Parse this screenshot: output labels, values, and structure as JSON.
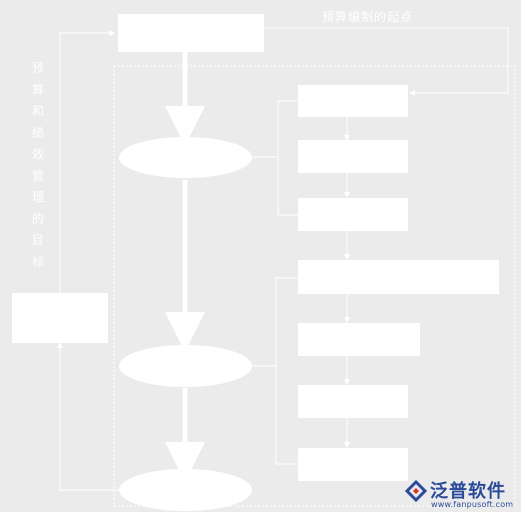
{
  "top_label": "预算编制的起点",
  "side_label": [
    "预",
    "算",
    "和",
    "绩",
    "效",
    "管",
    "理",
    "的",
    "目",
    "标"
  ],
  "logo": {
    "name": "泛普软件",
    "url": "www.fanpusoft.com",
    "brand_color": "#2b4a9a",
    "accent_color": "#d9342b"
  },
  "colors": {
    "background": "#ebebeb",
    "shape_fill": "#ffffff",
    "line": "#ffffff"
  }
}
